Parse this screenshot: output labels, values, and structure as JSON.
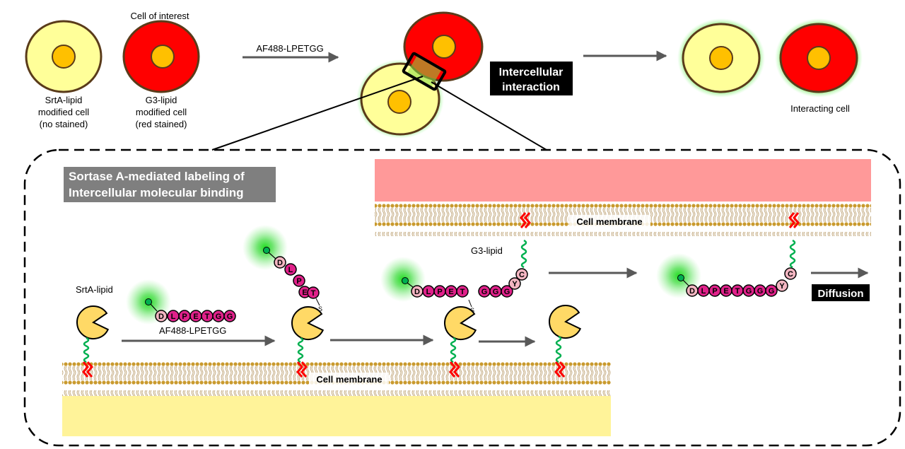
{
  "top": {
    "cell1": {
      "label_lines": [
        "SrtA-lipid",
        "modified cell",
        "(no stained)"
      ]
    },
    "cell2": {
      "header": "Cell of interest",
      "label_lines": [
        "G3-lipid",
        "modified cell",
        "(red stained)"
      ]
    },
    "arrow_label": "AF488-LPETGG",
    "interaction_box_lines": [
      "Intercellular",
      "interaction"
    ],
    "result_label": "Interacting cell"
  },
  "detail": {
    "title_lines": [
      "Sortase A-mediated  labeling of",
      "Intercellular molecular binding"
    ],
    "upper_membrane_label": "Cell membrane",
    "lower_membrane_label": "Cell membrane",
    "srta_label": "SrtA-lipid",
    "substrate_label": "AF488-LPETGG",
    "g3_label": "G3-lipid",
    "diffusion_label": "Diffusion",
    "thioester_symbol": "S",
    "peptide_free": [
      "D",
      "L",
      "P",
      "E",
      "T",
      "G",
      "G"
    ],
    "peptide_intermediate": [
      "D",
      "L",
      "P",
      "E",
      "T"
    ],
    "g3_linker": [
      "G",
      "G",
      "G",
      "Y",
      "C"
    ],
    "peptide_final": [
      "D",
      "L",
      "P",
      "E",
      "T",
      "G",
      "G",
      "G",
      "Y",
      "C"
    ]
  },
  "colors": {
    "cell_pale": "#FFFF99",
    "cell_red": "#FF0000",
    "nucleus": "#FFC000",
    "fluor_glow": "#33CC33",
    "residue_magenta": "#E0218A",
    "residue_pink": "#F4B6C2",
    "upper_cytoplasm": "#FF9999",
    "lower_cytoplasm": "#FFF399",
    "enzyme": "#FFD966",
    "lipid_anchor": "#FF0000",
    "linker": "#00B050"
  }
}
